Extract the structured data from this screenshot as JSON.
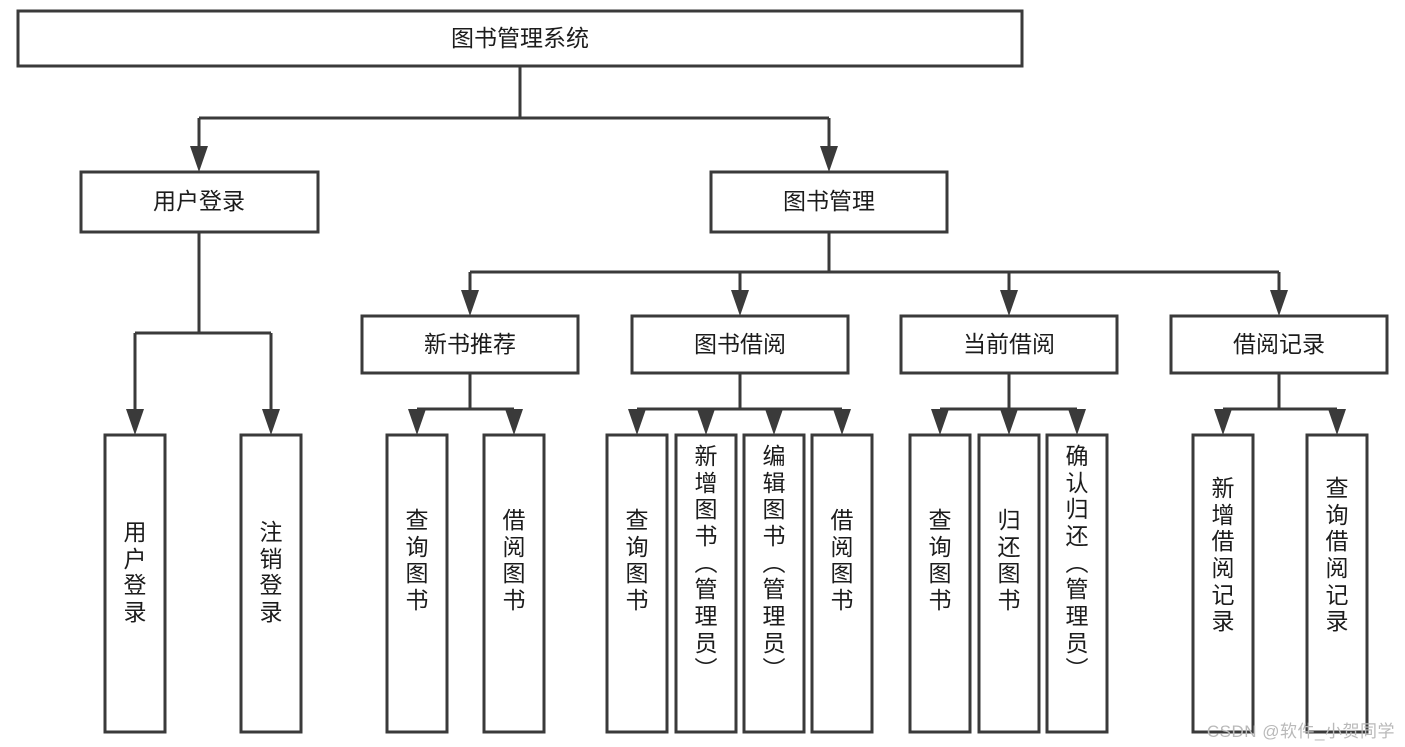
{
  "diagram": {
    "type": "tree",
    "title": "图书管理系统",
    "orientation": "top-down",
    "root": {
      "id": "root",
      "label": "图书管理系统"
    },
    "level2": [
      {
        "id": "user-login",
        "label": "用户登录"
      },
      {
        "id": "book-manage",
        "label": "图书管理"
      }
    ],
    "level3": [
      {
        "id": "new-book-recommend",
        "label": "新书推荐",
        "parent": "book-manage"
      },
      {
        "id": "book-borrow",
        "label": "图书借阅",
        "parent": "book-manage"
      },
      {
        "id": "current-borrow",
        "label": "当前借阅",
        "parent": "book-manage"
      },
      {
        "id": "borrow-record",
        "label": "借阅记录",
        "parent": "book-manage"
      }
    ],
    "leaves": {
      "user-login": [
        {
          "id": "leaf-user-login",
          "label": "用户登录"
        },
        {
          "id": "leaf-logout",
          "label": "注销登录"
        }
      ],
      "new-book-recommend": [
        {
          "id": "leaf-query-book-1",
          "label": "查询图书"
        },
        {
          "id": "leaf-borrow-book-1",
          "label": "借阅图书"
        }
      ],
      "book-borrow": [
        {
          "id": "leaf-query-book-2",
          "label": "查询图书"
        },
        {
          "id": "leaf-add-book",
          "label": "新增图书（管理员）"
        },
        {
          "id": "leaf-edit-book",
          "label": "编辑图书（管理员）"
        },
        {
          "id": "leaf-borrow-book-2",
          "label": "借阅图书"
        }
      ],
      "current-borrow": [
        {
          "id": "leaf-query-book-3",
          "label": "查询图书"
        },
        {
          "id": "leaf-return-book",
          "label": "归还图书"
        },
        {
          "id": "leaf-confirm-return",
          "label": "确认归还（管理员）"
        }
      ],
      "borrow-record": [
        {
          "id": "leaf-add-record",
          "label": "新增借阅记录"
        },
        {
          "id": "leaf-query-record",
          "label": "查询借阅记录"
        }
      ]
    },
    "colors": {
      "box_stroke": "#3a3a3a",
      "box_fill": "#ffffff",
      "connector": "#3a3a3a",
      "text": "#1c1c1c",
      "background": "#ffffff",
      "watermark": "#b9b9b9"
    }
  },
  "watermark": {
    "text": "CSDN @软件_小贺同学"
  }
}
